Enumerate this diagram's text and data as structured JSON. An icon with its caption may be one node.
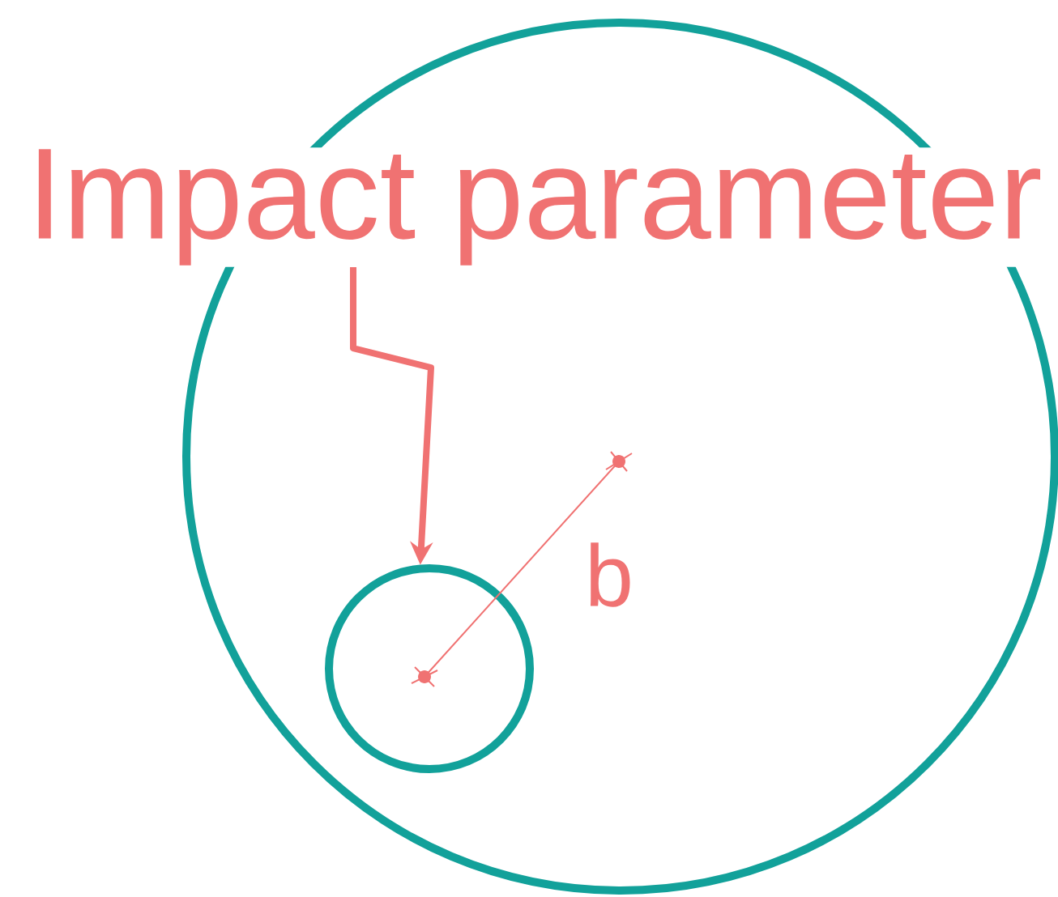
{
  "diagram": {
    "nodes": [
      {
        "text": [],
        "shape": "circle"
      },
      {
        "text": [],
        "shape": "circle",
        "in": 0
      },
      {
        "text": [
          "Impact parameter"
        ]
      }
    ],
    "edges": [
      {
        "from": 2,
        "to": 1,
        "arrow": "to"
      }
    ],
    "labels": [
      "b"
    ]
  }
}
